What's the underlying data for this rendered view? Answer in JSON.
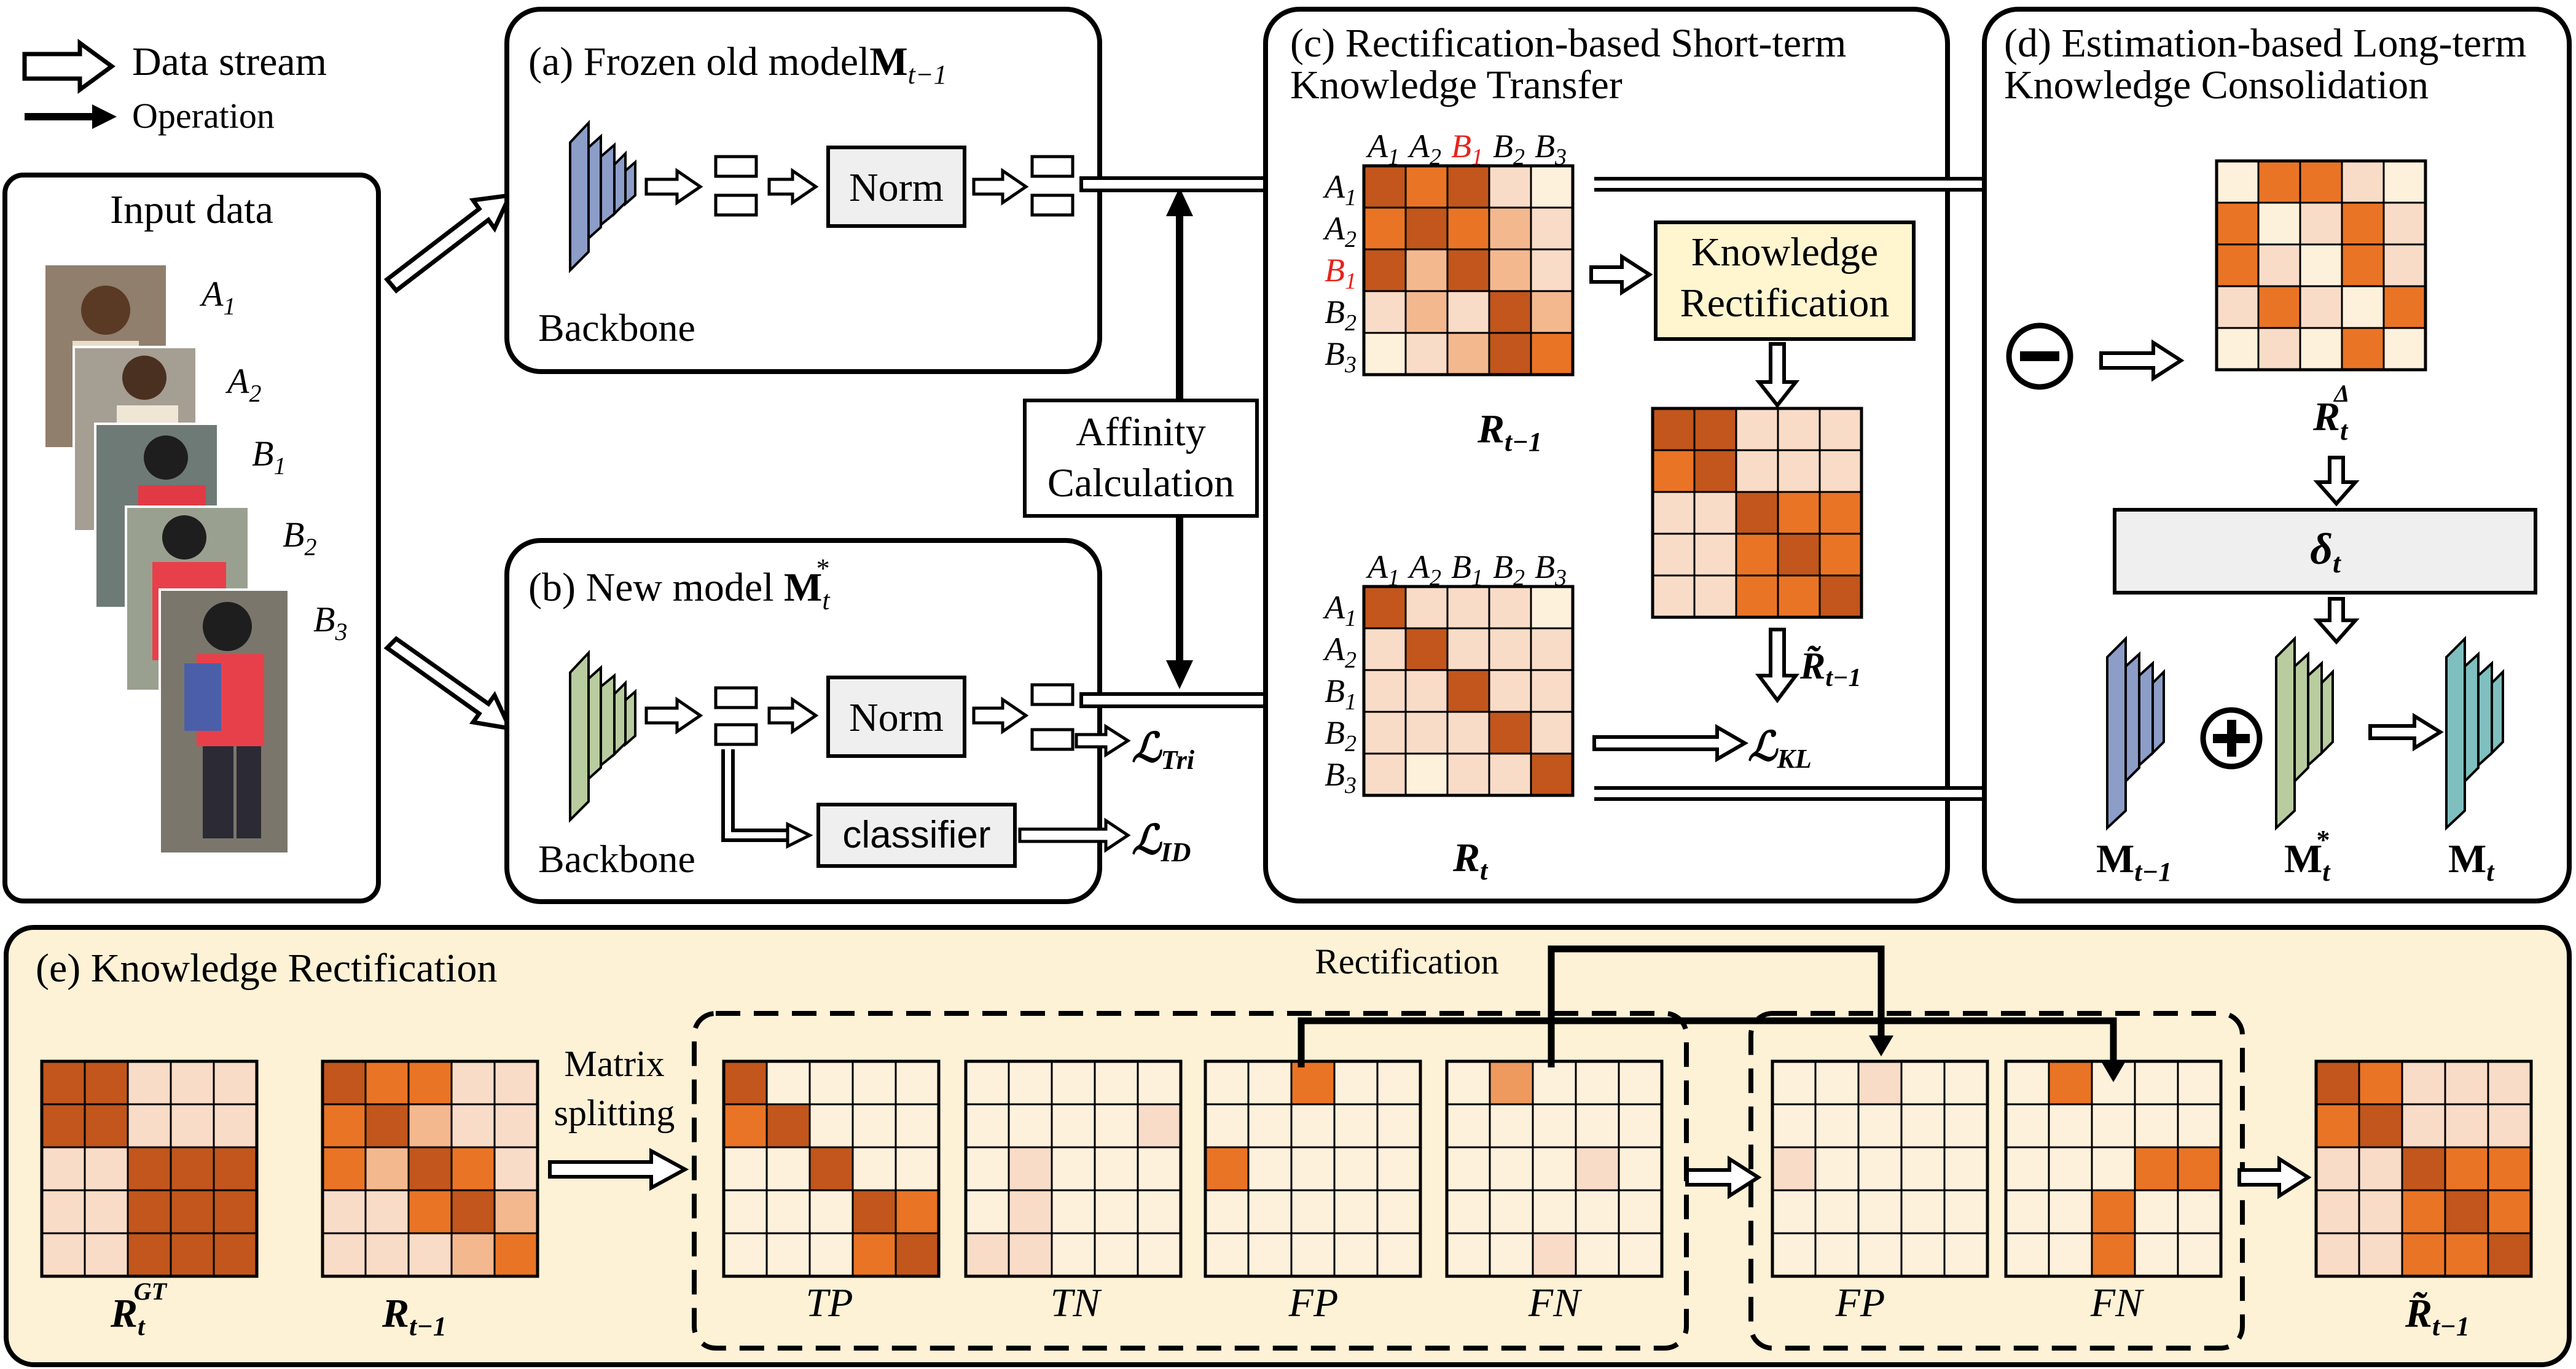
{
  "colors": {
    "none": "#fdf1dc",
    "light": "#f9dcc7",
    "med": "#f4b88f",
    "mid": "#ee9a5e",
    "strong": "#ea7425",
    "dark": "#c2561c",
    "panel_e_bg": "#fdf1d6",
    "rect_box": "#fff5cf",
    "gray_box": "#efefef",
    "backbone_old": "#8c9dc8",
    "backbone_new": "#b8cc9f",
    "backbone_merged": "#7fbfbf",
    "highlight_red": "#e8221b"
  },
  "legend": {
    "data_stream": "Data stream",
    "operation": "Operation"
  },
  "input": {
    "title": "Input data",
    "labels": [
      {
        "base": "A",
        "sub": "1"
      },
      {
        "base": "A",
        "sub": "2"
      },
      {
        "base": "B",
        "sub": "1"
      },
      {
        "base": "B",
        "sub": "2"
      },
      {
        "base": "B",
        "sub": "3"
      }
    ]
  },
  "panel_a": {
    "title": "(a) Frozen old model",
    "model": "M",
    "model_sub": "t−1",
    "backbone": "Backbone",
    "norm": "Norm"
  },
  "panel_b": {
    "title": "(b) New model ",
    "model": "M",
    "model_sup": "*",
    "model_sub": "t",
    "backbone": "Backbone",
    "norm": "Norm",
    "classifier": "classifier",
    "loss_tri": "ℒ",
    "loss_tri_sub": "Tri",
    "loss_id": "ℒ",
    "loss_id_sub": "ID"
  },
  "affinity": {
    "line1": "Affinity",
    "line2": "Calculation"
  },
  "panel_c": {
    "title_line1": "(c) Rectification-based Short-term",
    "title_line2": "Knowledge Transfer",
    "rect_line1": "Knowledge",
    "rect_line2": "Rectification",
    "col_labels": [
      {
        "b": "A",
        "s": "1"
      },
      {
        "b": "A",
        "s": "2"
      },
      {
        "b": "B",
        "s": "1",
        "red": true
      },
      {
        "b": "B",
        "s": "2"
      },
      {
        "b": "B",
        "s": "3"
      }
    ],
    "row_labels": [
      {
        "b": "A",
        "s": "1"
      },
      {
        "b": "A",
        "s": "2"
      },
      {
        "b": "B",
        "s": "1",
        "red": true
      },
      {
        "b": "B",
        "s": "2"
      },
      {
        "b": "B",
        "s": "3"
      }
    ],
    "col_labels2": [
      {
        "b": "A",
        "s": "1"
      },
      {
        "b": "A",
        "s": "2"
      },
      {
        "b": "B",
        "s": "1"
      },
      {
        "b": "B",
        "s": "2"
      },
      {
        "b": "B",
        "s": "3"
      }
    ],
    "row_labels2": [
      {
        "b": "A",
        "s": "1"
      },
      {
        "b": "A",
        "s": "2"
      },
      {
        "b": "B",
        "s": "1"
      },
      {
        "b": "B",
        "s": "2"
      },
      {
        "b": "B",
        "s": "3"
      }
    ],
    "r_prev": "R",
    "r_prev_sub": "t−1",
    "r_t": "R",
    "r_t_sub": "t",
    "r_tilde": "R̃",
    "r_tilde_sub": "t−1",
    "loss_kl": "ℒ",
    "loss_kl_sub": "KL"
  },
  "panel_d": {
    "title_line1": "(d) Estimation-based Long-term",
    "title_line2": "Knowledge Consolidation",
    "r_delta": "R",
    "r_delta_sub": "t",
    "r_delta_sup": "Δ",
    "delta": "δ",
    "delta_sub": "t",
    "m_prev": "M",
    "m_prev_sub": "t−1",
    "m_new": "M",
    "m_new_sub": "t",
    "m_new_sup": "*",
    "m_t": "M",
    "m_t_sub": "t",
    "minus": "−",
    "plus": "+"
  },
  "panel_e": {
    "title": "(e) Knowledge Rectification",
    "rectification": "Rectification",
    "split_line1": "Matrix",
    "split_line2": "splitting",
    "labels": {
      "gt": "R",
      "gt_sub": "t",
      "gt_sup": "GT",
      "prev": "R",
      "prev_sub": "t−1",
      "tp": "TP",
      "tn": "TN",
      "fp": "FP",
      "fn": "FN",
      "fp2": "FP",
      "fn2": "FN",
      "out": "R̃",
      "out_sub": "t−1"
    }
  },
  "matrices": {
    "c_prev": [
      [
        "dark",
        "strong",
        "dark",
        "light",
        "none"
      ],
      [
        "strong",
        "dark",
        "strong",
        "med",
        "light"
      ],
      [
        "dark",
        "med",
        "dark",
        "med",
        "light"
      ],
      [
        "light",
        "med",
        "light",
        "dark",
        "med"
      ],
      [
        "none",
        "light",
        "med",
        "dark",
        "strong"
      ]
    ],
    "c_tilde": [
      [
        "dark",
        "dark",
        "light",
        "light",
        "light"
      ],
      [
        "strong",
        "dark",
        "light",
        "light",
        "light"
      ],
      [
        "light",
        "light",
        "dark",
        "strong",
        "strong"
      ],
      [
        "light",
        "light",
        "strong",
        "dark",
        "strong"
      ],
      [
        "light",
        "light",
        "strong",
        "strong",
        "dark"
      ]
    ],
    "c_rt": [
      [
        "dark",
        "light",
        "light",
        "light",
        "none"
      ],
      [
        "light",
        "dark",
        "light",
        "light",
        "light"
      ],
      [
        "light",
        "light",
        "dark",
        "light",
        "light"
      ],
      [
        "light",
        "light",
        "light",
        "dark",
        "light"
      ],
      [
        "light",
        "none",
        "light",
        "light",
        "dark"
      ]
    ],
    "d_delta": [
      [
        "none",
        "strong",
        "strong",
        "light",
        "none"
      ],
      [
        "strong",
        "none",
        "light",
        "strong",
        "light"
      ],
      [
        "strong",
        "light",
        "none",
        "strong",
        "light"
      ],
      [
        "light",
        "strong",
        "light",
        "none",
        "strong"
      ],
      [
        "none",
        "light",
        "none",
        "strong",
        "none"
      ]
    ],
    "e_gt": [
      [
        "dark",
        "dark",
        "light",
        "light",
        "light"
      ],
      [
        "dark",
        "dark",
        "light",
        "light",
        "light"
      ],
      [
        "light",
        "light",
        "dark",
        "dark",
        "dark"
      ],
      [
        "light",
        "light",
        "dark",
        "dark",
        "dark"
      ],
      [
        "light",
        "light",
        "dark",
        "dark",
        "dark"
      ]
    ],
    "e_prev": [
      [
        "dark",
        "strong",
        "strong",
        "light",
        "light"
      ],
      [
        "strong",
        "dark",
        "med",
        "light",
        "light"
      ],
      [
        "strong",
        "med",
        "dark",
        "strong",
        "light"
      ],
      [
        "light",
        "light",
        "strong",
        "dark",
        "med"
      ],
      [
        "light",
        "light",
        "light",
        "med",
        "strong"
      ]
    ],
    "e_tp": [
      [
        "dark",
        "none",
        "none",
        "none",
        "none"
      ],
      [
        "strong",
        "dark",
        "none",
        "none",
        "none"
      ],
      [
        "none",
        "none",
        "dark",
        "none",
        "none"
      ],
      [
        "none",
        "none",
        "none",
        "dark",
        "strong"
      ],
      [
        "none",
        "none",
        "none",
        "strong",
        "dark"
      ]
    ],
    "e_tn": [
      [
        "none",
        "none",
        "none",
        "none",
        "none"
      ],
      [
        "none",
        "none",
        "none",
        "none",
        "light"
      ],
      [
        "none",
        "light",
        "none",
        "none",
        "none"
      ],
      [
        "none",
        "light",
        "none",
        "none",
        "none"
      ],
      [
        "light",
        "light",
        "none",
        "none",
        "none"
      ]
    ],
    "e_fp": [
      [
        "none",
        "none",
        "strong",
        "none",
        "none"
      ],
      [
        "none",
        "none",
        "none",
        "none",
        "none"
      ],
      [
        "strong",
        "none",
        "none",
        "none",
        "none"
      ],
      [
        "none",
        "none",
        "none",
        "none",
        "none"
      ],
      [
        "none",
        "none",
        "none",
        "none",
        "none"
      ]
    ],
    "e_fn": [
      [
        "none",
        "mid",
        "none",
        "none",
        "none"
      ],
      [
        "none",
        "none",
        "none",
        "none",
        "none"
      ],
      [
        "none",
        "none",
        "none",
        "light",
        "none"
      ],
      [
        "none",
        "none",
        "none",
        "none",
        "none"
      ],
      [
        "none",
        "none",
        "light",
        "none",
        "none"
      ]
    ],
    "e_fp2": [
      [
        "none",
        "none",
        "light",
        "none",
        "none"
      ],
      [
        "none",
        "none",
        "none",
        "none",
        "none"
      ],
      [
        "light",
        "none",
        "none",
        "none",
        "none"
      ],
      [
        "none",
        "none",
        "none",
        "none",
        "none"
      ],
      [
        "none",
        "none",
        "none",
        "none",
        "none"
      ]
    ],
    "e_fn2": [
      [
        "none",
        "strong",
        "none",
        "none",
        "none"
      ],
      [
        "none",
        "none",
        "none",
        "none",
        "none"
      ],
      [
        "none",
        "none",
        "none",
        "strong",
        "strong"
      ],
      [
        "none",
        "none",
        "strong",
        "none",
        "none"
      ],
      [
        "none",
        "none",
        "strong",
        "none",
        "none"
      ]
    ],
    "e_out": [
      [
        "dark",
        "strong",
        "light",
        "light",
        "light"
      ],
      [
        "strong",
        "dark",
        "light",
        "light",
        "light"
      ],
      [
        "light",
        "light",
        "dark",
        "strong",
        "strong"
      ],
      [
        "light",
        "light",
        "strong",
        "dark",
        "strong"
      ],
      [
        "light",
        "light",
        "strong",
        "strong",
        "dark"
      ]
    ]
  }
}
